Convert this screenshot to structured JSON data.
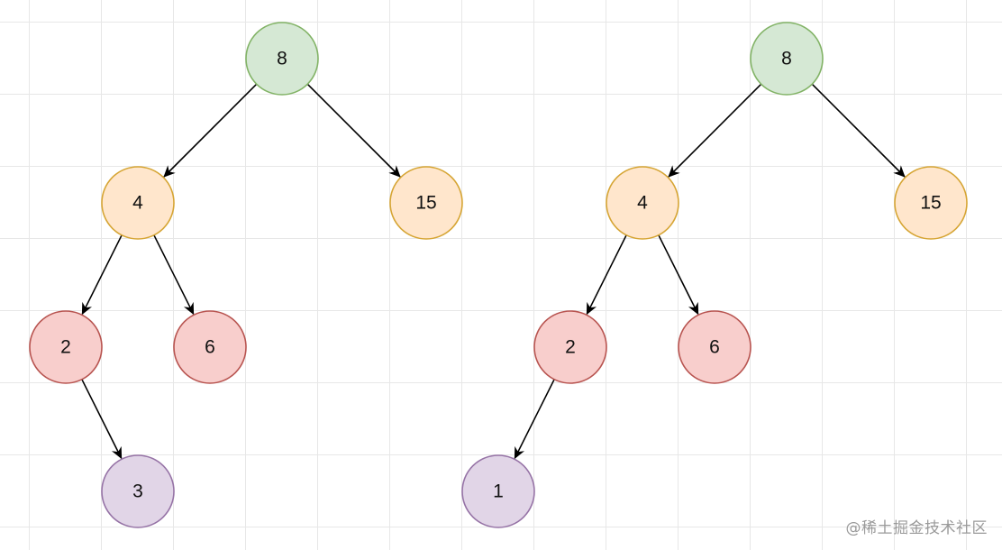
{
  "palette": {
    "green": {
      "fill": "#d5e8d4",
      "stroke": "#82b366"
    },
    "orange": {
      "fill": "#ffe6cc",
      "stroke": "#d6a534"
    },
    "red": {
      "fill": "#f8cecc",
      "stroke": "#b85450"
    },
    "purple": {
      "fill": "#e1d5e7",
      "stroke": "#9673a6"
    }
  },
  "trees": [
    {
      "nodes": [
        {
          "id": "a8",
          "label": "8",
          "color": "green"
        },
        {
          "id": "a4",
          "label": "4",
          "color": "orange"
        },
        {
          "id": "a15",
          "label": "15",
          "color": "orange"
        },
        {
          "id": "a2",
          "label": "2",
          "color": "red"
        },
        {
          "id": "a6",
          "label": "6",
          "color": "red"
        },
        {
          "id": "a3",
          "label": "3",
          "color": "purple"
        }
      ],
      "edges": [
        {
          "from": "a8",
          "to": "a4"
        },
        {
          "from": "a8",
          "to": "a15"
        },
        {
          "from": "a4",
          "to": "a2"
        },
        {
          "from": "a4",
          "to": "a6"
        },
        {
          "from": "a2",
          "to": "a3"
        }
      ]
    },
    {
      "nodes": [
        {
          "id": "b8",
          "label": "8",
          "color": "green"
        },
        {
          "id": "b4",
          "label": "4",
          "color": "orange"
        },
        {
          "id": "b15",
          "label": "15",
          "color": "orange"
        },
        {
          "id": "b2",
          "label": "2",
          "color": "red"
        },
        {
          "id": "b6",
          "label": "6",
          "color": "red"
        },
        {
          "id": "b1",
          "label": "1",
          "color": "purple"
        }
      ],
      "edges": [
        {
          "from": "b8",
          "to": "b4"
        },
        {
          "from": "b8",
          "to": "b15"
        },
        {
          "from": "b4",
          "to": "b2"
        },
        {
          "from": "b4",
          "to": "b6"
        },
        {
          "from": "b2",
          "to": "b1"
        }
      ]
    }
  ],
  "watermark": "@稀土掘金技术社区"
}
